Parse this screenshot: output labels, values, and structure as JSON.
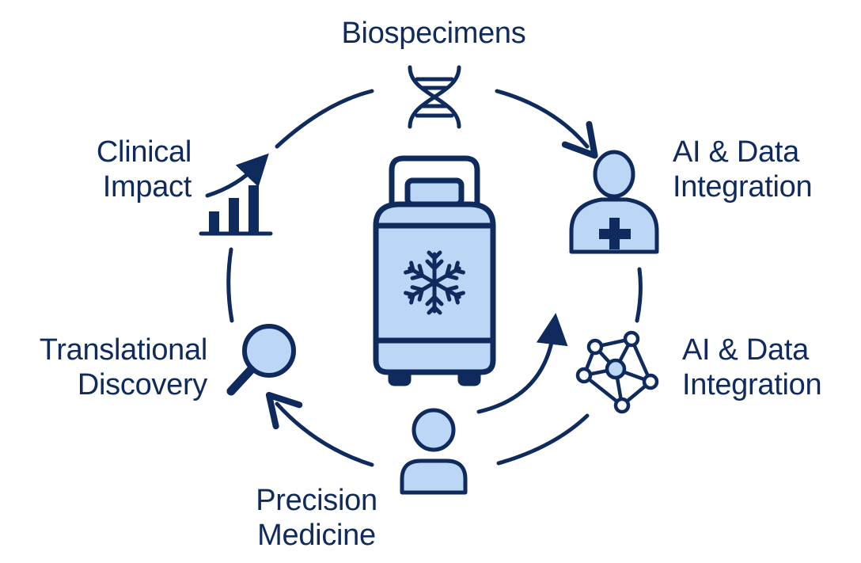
{
  "colors": {
    "stroke": "#0f2a5c",
    "fill": "#bcd6f5",
    "background": "#ffffff"
  },
  "nodes": [
    {
      "id": "biospecimens",
      "icon": "dna-icon",
      "lines": [
        "Biospecimens"
      ]
    },
    {
      "id": "ai-data-integration-top",
      "icon": "patient-medical-icon",
      "lines": [
        "AI & Data",
        "Integration"
      ]
    },
    {
      "id": "ai-data-integration-bottom",
      "icon": "network-nodes-icon",
      "lines": [
        "AI & Data",
        "Integration"
      ]
    },
    {
      "id": "precision-medicine",
      "icon": "person-icon",
      "lines": [
        "Precision",
        "Medicine"
      ]
    },
    {
      "id": "translational-discovery",
      "icon": "magnifier-icon",
      "lines": [
        "Translational",
        "Discovery"
      ]
    },
    {
      "id": "clinical-impact",
      "icon": "growth-chart-icon",
      "lines": [
        "Clinical",
        "Impact"
      ]
    }
  ],
  "center": {
    "icon": "cryo-storage-tank-icon",
    "symbol": "snowflake-icon"
  }
}
